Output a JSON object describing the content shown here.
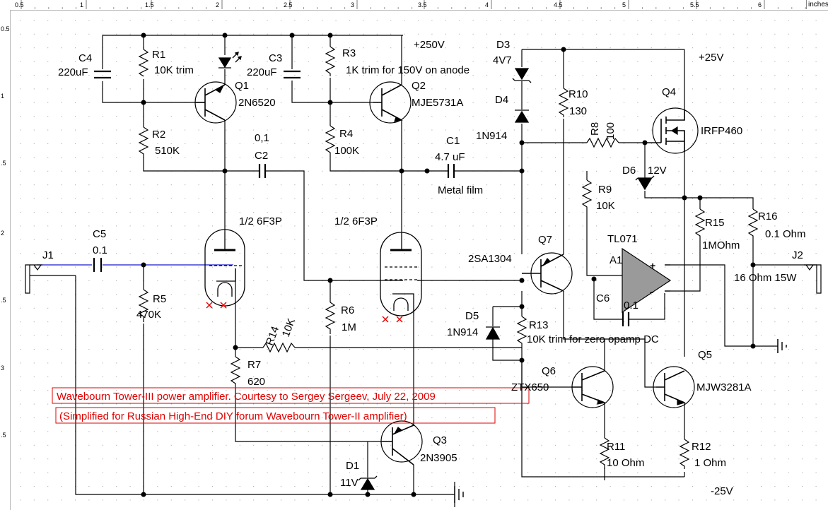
{
  "ruler": {
    "units": "inches",
    "top_ticks": [
      "0.5",
      "1",
      "1.5",
      "2",
      "2.5",
      "3",
      "3.5",
      "4",
      "4.5",
      "5",
      "5.5",
      "6"
    ],
    "left_ticks": [
      "0.5",
      "1",
      ".5",
      "2",
      ".5",
      "3",
      ".5"
    ]
  },
  "title": {
    "main": "Wavebourn Tower-III power amplifier. Courtesy to Sergey Sergeev, July 22, 2009",
    "sub": "(Simplified for Russian High-End DIY forum Wavebourn Tower-II amplifier)"
  },
  "components": {
    "C4": {
      "ref": "C4",
      "value": "220uF"
    },
    "R1": {
      "ref": "R1",
      "value": "10K trim"
    },
    "Q1": {
      "ref": "Q1",
      "value": "2N6520"
    },
    "C3": {
      "ref": "C3",
      "value": "220uF"
    },
    "R3": {
      "ref": "R3",
      "value": "1K trim for 150V on anode"
    },
    "Q2": {
      "ref": "Q2",
      "value": "MJE5731A"
    },
    "R2": {
      "ref": "R2",
      "value": "510K"
    },
    "C2": {
      "ref": "C2",
      "value": "0,1"
    },
    "R4": {
      "ref": "R4",
      "value": "100K"
    },
    "C1": {
      "ref": "C1",
      "value": "4.7 uF",
      "note": "Metal film"
    },
    "D3": {
      "ref": "D3",
      "value": "4V7"
    },
    "D4": {
      "ref": "D4",
      "value": "1N914"
    },
    "R10": {
      "ref": "R10",
      "value": "130"
    },
    "R8": {
      "ref": "R8",
      "value": "100"
    },
    "Q4": {
      "ref": "Q4",
      "value": "IRFP460"
    },
    "D6": {
      "ref": "D6",
      "value": "12V"
    },
    "R9": {
      "ref": "R9",
      "value": "10K"
    },
    "R15": {
      "ref": "R15",
      "value": "1MOhm"
    },
    "R16": {
      "ref": "R16",
      "value": "0.1 Ohm"
    },
    "J2": {
      "ref": "J2",
      "value": "16 Ohm 15W"
    },
    "J1": {
      "ref": "J1"
    },
    "C5": {
      "ref": "C5",
      "value": "0.1"
    },
    "R5": {
      "ref": "R5",
      "value": "470K"
    },
    "V1": {
      "value": "1/2 6F3P"
    },
    "V2": {
      "value": "1/2 6F3P"
    },
    "Q7": {
      "ref": "Q7",
      "value": "2SA1304"
    },
    "A1": {
      "ref": "A1",
      "value": "TL071"
    },
    "C6": {
      "ref": "C6",
      "value": "0.1"
    },
    "D5": {
      "ref": "D5",
      "value": "1N914"
    },
    "R13": {
      "ref": "R13",
      "value": "10K trim for zero opamp DC"
    },
    "R14": {
      "ref": "R14",
      "value": "10K"
    },
    "R6": {
      "ref": "R6",
      "value": "1M"
    },
    "R7": {
      "ref": "R7",
      "value": "620"
    },
    "Q6": {
      "ref": "Q6",
      "value": "ZTX650"
    },
    "Q5": {
      "ref": "Q5",
      "value": "MJW3281A"
    },
    "Q3": {
      "ref": "Q3",
      "value": "2N3905"
    },
    "D1": {
      "ref": "D1",
      "value": "11V"
    },
    "R11": {
      "ref": "R11",
      "value": "10 Ohm"
    },
    "R12": {
      "ref": "R12",
      "value": "1 Ohm"
    }
  },
  "rails": {
    "hv": "+250V",
    "pos": "+25V",
    "neg": "-25V"
  },
  "opamp_pins": {
    "plus": "+",
    "minus": "-"
  },
  "colors": {
    "wire": "#000000",
    "wire_blue": "#1a1acc",
    "title_red": "#e00000",
    "grid_dot": "#9a9a9a",
    "heater_x": "#e00000"
  }
}
